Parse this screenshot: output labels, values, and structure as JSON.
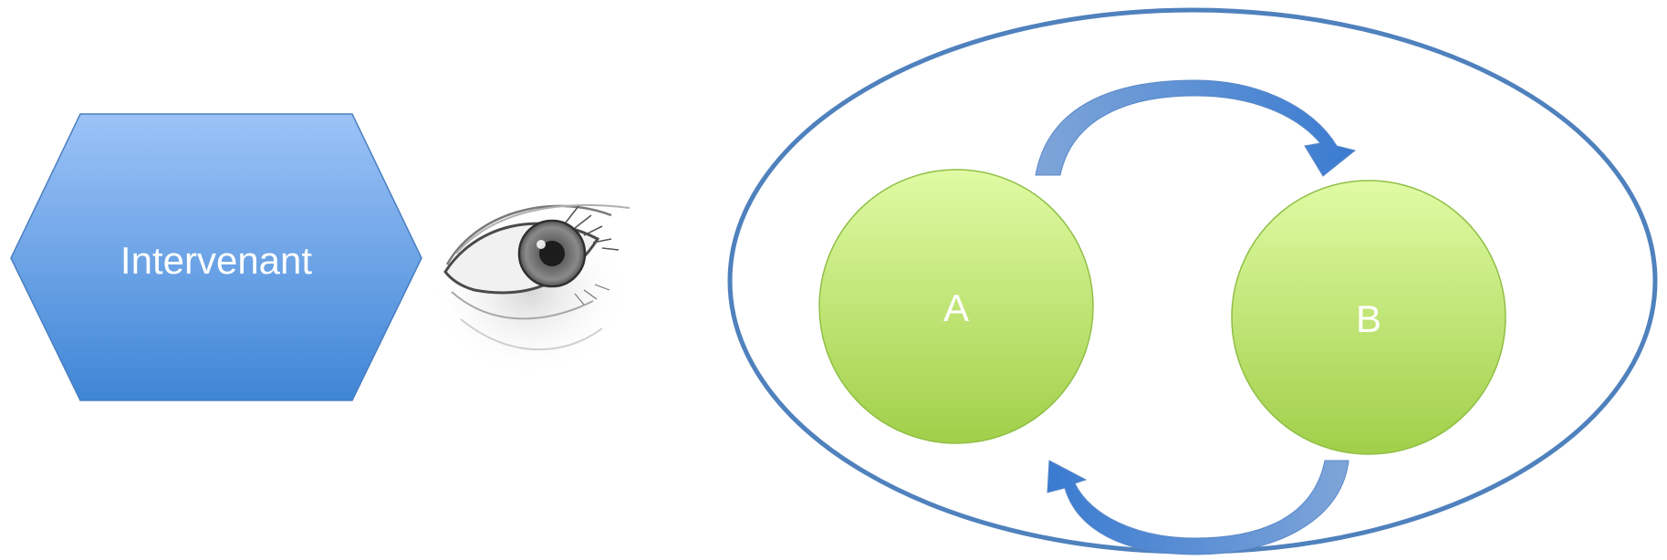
{
  "diagram": {
    "actor_label": "Intervenant",
    "node_a_label": "A",
    "node_b_label": "B",
    "observer_icon": "eye-icon"
  },
  "colors": {
    "hexagon_top": "#9cc3f7",
    "hexagon_bottom": "#3f86d6",
    "hexagon_stroke": "#4a7fc0",
    "circle_top": "#e0fba4",
    "circle_bottom": "#a1cf49",
    "circle_stroke": "#8fbf45",
    "ellipse_stroke": "#4f81bd",
    "arrow_top": "#7aa2d8",
    "arrow_bottom": "#3f7fd0"
  }
}
